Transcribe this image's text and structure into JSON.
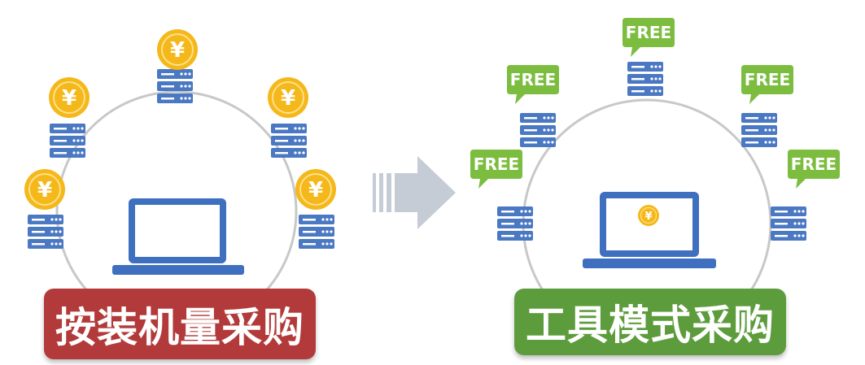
{
  "left_panel": {
    "label": "按装机量采购",
    "label_color": "#b33a3a",
    "coin_symbol": "¥",
    "coin_color": "#f5b81b",
    "server_color": "#4a78c2",
    "laptop_color": "#3f6fbf"
  },
  "arrow": {
    "color": "#c5ccd6"
  },
  "right_panel": {
    "label": "工具模式采购",
    "label_color": "#5d9c3c",
    "badge_text": "FREE",
    "badge_color": "#7cbd3f",
    "coin_symbol": "¥",
    "server_color": "#4a78c2",
    "laptop_color": "#3f6fbf"
  }
}
